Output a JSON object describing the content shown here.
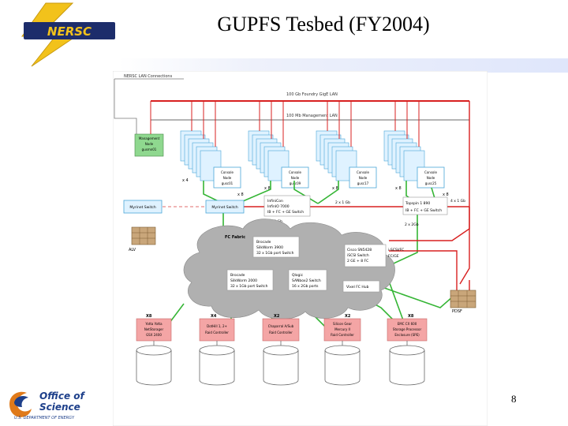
{
  "slide": {
    "title": "GUPFS Tesbed (FY2004)",
    "page_number": "8"
  },
  "logo": {
    "text": "NERSC"
  },
  "doe_logo": {
    "line1": "Office of",
    "line2": "Science",
    "line3": "U.S. DEPARTMENT OF ENERGY"
  },
  "diagram": {
    "lan_label": "NERSC LAN Connections",
    "gige_lab": "100 Gb Foundry GigE LAN",
    "mgmt_lan": "100 Mb Management LAN",
    "mgmt_node": [
      "Management",
      "Node",
      "gusmn01"
    ],
    "myrinet_switch_1": "Myrinet Switch",
    "myrinet_switch_2": "Myrinet Switch",
    "alv": "ALV",
    "pdsf": "PDSF",
    "fc_fabric": "FC Fabric",
    "console_nodes": [
      [
        "Console",
        "Node",
        "gusc01"
      ],
      [
        "Console",
        "Node",
        "gusc09"
      ],
      [
        "Console",
        "Node",
        "gusc17"
      ],
      [
        "Console",
        "Node",
        "gusc25"
      ]
    ],
    "x_labels": {
      "x4a": "x 4",
      "x8a": "x 8",
      "x8b": "x 8",
      "x8c": "x 8",
      "x8d": "x 8",
      "x8e": "x 8"
    },
    "infiniband": [
      "InfiniCon",
      "InfinIO 7000",
      "IB + FC + GE Switch"
    ],
    "topspin": [
      "Topspin 1 890",
      "IB + FC + GE Switch"
    ],
    "links": {
      "l1": "2 x 1 Gb",
      "l2": "4 x 2 Gb",
      "l3": "4 x 1 Gb",
      "l4": "2 x 2Gb"
    },
    "brocade_silkworm": [
      "Brocade",
      "SilkWorm 3900",
      "32 x 1Gb port Switch"
    ],
    "cisco": [
      "Cisco SN5428",
      "iSCSI Switch",
      "2 GE + 8 FC"
    ],
    "cisco_side": [
      "i-SCSI/FC",
      "FC/GE"
    ],
    "brocade2": [
      "Brocade",
      "SilkWorm 2000",
      "32 x 1Gb port Switch"
    ],
    "qlogic": [
      "Qlogic",
      "SANbox2 Switch",
      "16 x 2Gb ports"
    ],
    "vixel": "Vixel FC Hub",
    "storage_multipliers": [
      "X8",
      "X4",
      "X2",
      "X2",
      "X8"
    ],
    "storage": [
      [
        "Yotta Yotta",
        "NetStorager",
        "GSX 2400"
      ],
      [
        "DotHill 1, 2+",
        "Raid Controller"
      ],
      [
        "Chaparral A/Sub",
        "Raid Controller"
      ],
      [
        "Silicon Gear",
        "Mercury II",
        "Raid Controller"
      ],
      [
        "EMC CX 600",
        "Storage Processor",
        "Enclosure  (SPE)"
      ]
    ]
  }
}
